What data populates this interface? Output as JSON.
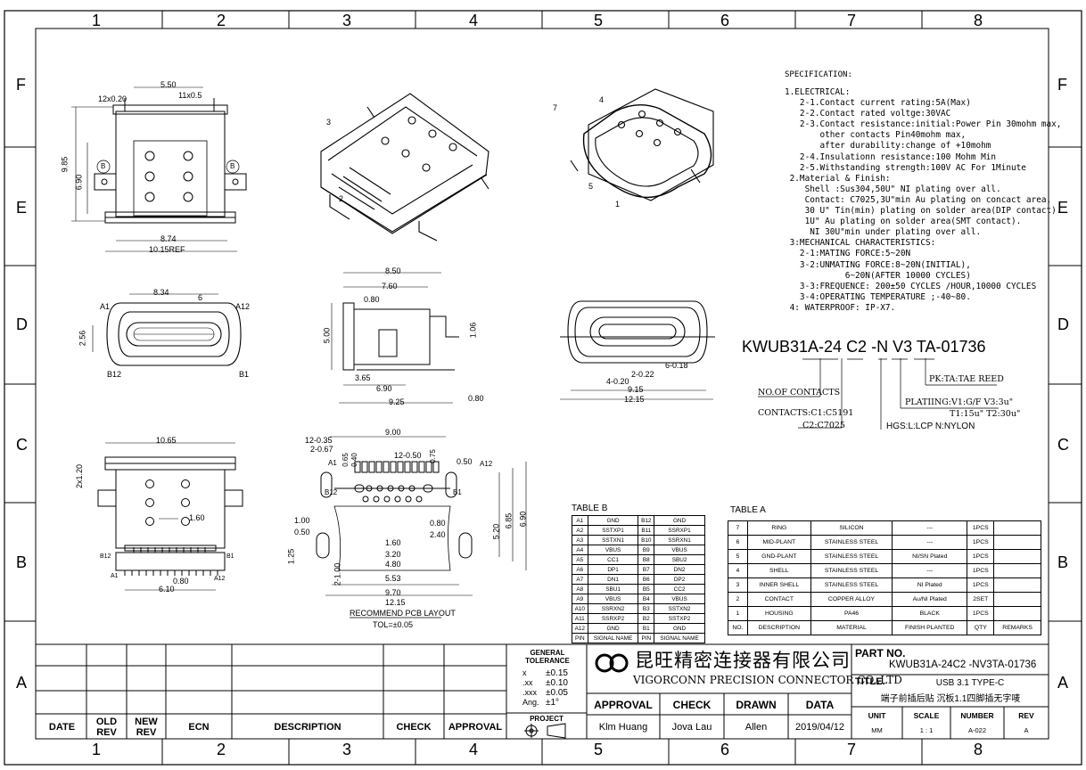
{
  "zones": {
    "columns": [
      "1",
      "2",
      "3",
      "4",
      "5",
      "6",
      "7",
      "8"
    ],
    "rows": [
      "F",
      "E",
      "D",
      "C",
      "B",
      "A"
    ]
  },
  "specification": {
    "title": "SPECIFICATION:",
    "lines": [
      "1.ELECTRICAL:",
      "   2-1.Contact current rating:5A(Max)",
      "   2-2.Contact rated voltge:30VAC",
      "   2-3.Contact resistance:initial:Power Pin 30mohm max,",
      "       other contacts Pin40mohm max,",
      "       after durability:change of +10mohm",
      "   2-4.Insulationn resistance:100 Mohm Min",
      "   2-5.Withstanding strength:100V AC For 1Minute",
      " 2.Material & Finish:",
      "    Shell :Sus304,50U\" NI plating over all.",
      "    Contact: C7025,3U\"min Au plating on concact area,",
      "    30 U\" Tin(min) plating on solder area(DIP contact).",
      "    1U\" Au plating on solder area(SMT contact).",
      "     NI 30U\"min under plating over all.",
      " 3:MECHANICAL CHARACTERISTICS:",
      "   2-1:MATING FORCE:5~20N",
      "   3-2:UNMATING FORCE:8~20N(INITIAL),",
      "            6~20N(AFTER 10000 CYCLES)",
      "   3-3:FREQUENCE: 200±50 CYCLES /HOUR,10000 CYCLES",
      "   3-4:OPERATING TEMPERATURE ;-40~80.",
      " 4: WATERPROOF: IP-X7."
    ]
  },
  "part_code": {
    "segments": [
      "KWUB31A-24",
      "C2",
      "-N",
      "V3",
      "TA",
      "-01736"
    ],
    "notes": {
      "contacts": "NO.OF CONTACTS",
      "contacts_material": "CONTACTS:C1:C5191",
      "c2": "C2:C7025",
      "housing": "HGS:L:LCP  N:NYLON",
      "plating": "PLATIING:V1:G/F  V3:3u\"",
      "plating2": "T1:15u\" T2:30u\"",
      "reel": "PK:TA:TAE REED"
    }
  },
  "dimensions": {
    "top_view": [
      "5.50",
      "12x0.20",
      "11x0.5",
      "9.85",
      "6.90",
      "8.74",
      "10.15REF",
      "B",
      "B"
    ],
    "front_view": [
      "8.34",
      "6",
      "A1",
      "A12",
      "2.56",
      "B12",
      "B1"
    ],
    "side_view": [
      "8.50",
      "7.60",
      "0.80",
      "5.00",
      "1.06",
      "3.65",
      "0.80",
      "6.90",
      "9.25"
    ],
    "end_view": [
      "6-0.18",
      "2-0.22",
      "4-0.20",
      "9.15",
      "12.15"
    ],
    "pcb_bottom": [
      "10.65",
      "2x1.20",
      "1.60",
      "0.80",
      "6.10",
      "A1",
      "A12",
      "B12",
      "B1"
    ],
    "pcb_layout": [
      "9.00",
      "12-0.35",
      "2-0.67",
      "0.65",
      "0.40",
      "12-0.50",
      "0.75",
      "0.50",
      "A1",
      "A12",
      "B12",
      "B1",
      "5.20",
      "6.85",
      "6.90",
      "1.00",
      "0.50",
      "0.80",
      "2.40",
      "1.60",
      "3.20",
      "4.80",
      "5.53",
      "9.70",
      "12.15",
      "2-1.00",
      "1.25"
    ],
    "pcb_caption": "RECOMMEND PCB LAYOUT",
    "tolerance": "TOL=±0.05",
    "callouts": [
      "1",
      "2",
      "3",
      "4",
      "5",
      "7"
    ]
  },
  "table_b": {
    "title": "TABLE B",
    "rows": [
      [
        "A1",
        "GND",
        "B12",
        "GND"
      ],
      [
        "A2",
        "SSTXP1",
        "B11",
        "SSRXP1"
      ],
      [
        "A3",
        "SSTXN1",
        "B10",
        "SSRXN1"
      ],
      [
        "A4",
        "VBUS",
        "B9",
        "VBUS"
      ],
      [
        "A5",
        "CC1",
        "B8",
        "SBU2"
      ],
      [
        "A6",
        "DP1",
        "B7",
        "DN2"
      ],
      [
        "A7",
        "DN1",
        "B6",
        "DP2"
      ],
      [
        "A8",
        "SBU1",
        "B5",
        "CC2"
      ],
      [
        "A9",
        "VBUS",
        "B4",
        "VBUS"
      ],
      [
        "A10",
        "SSRXN2",
        "B3",
        "SSTXN2"
      ],
      [
        "A11",
        "SSRXP2",
        "B2",
        "SSTXP2"
      ],
      [
        "A12",
        "GND",
        "B1",
        "GND"
      ]
    ],
    "header": [
      "PIN",
      "SIGNAL NAME",
      "PIN",
      "SIGNAL NAME"
    ]
  },
  "table_a": {
    "title": "TABLE A",
    "rows": [
      [
        "7",
        "RING",
        "SILICON",
        "---",
        "1PCS",
        ""
      ],
      [
        "6",
        "MID-PLANT",
        "STAINLESS STEEL",
        "---",
        "1PCS",
        ""
      ],
      [
        "5",
        "GND-PLANT",
        "STAINLESS STEEL",
        "NI/SN  Plated",
        "1PCS",
        ""
      ],
      [
        "4",
        "SHELL",
        "STAINLESS STEEL",
        "---",
        "1PCS",
        ""
      ],
      [
        "3",
        "INNER SHELL",
        "STAINLESS STEEL",
        "NI  Plated",
        "1PCS",
        ""
      ],
      [
        "2",
        "CONTACT",
        "COPPER ALLOY",
        "Au/NI Plated",
        "2SET",
        ""
      ],
      [
        "1",
        "HOUSING",
        "PA46",
        "BLACK",
        "1PCS",
        ""
      ]
    ],
    "header": [
      "NO.",
      "DESCRIPTION",
      "MATERIAL",
      "FINISH PLANTED",
      "QTY",
      "REMARKS"
    ]
  },
  "title_block": {
    "revision_header": [
      "DATE",
      "OLD REV",
      "NEW REV",
      "ECN",
      "DESCRIPTION",
      "CHECK",
      "APPROVAL"
    ],
    "tolerance_title": "GENERAL TOLERANCE",
    "tolerances": [
      [
        "x",
        "±0.15"
      ],
      [
        ".xx",
        "±0.10"
      ],
      [
        ".xxx",
        "±0.05"
      ],
      [
        "Ang.",
        "±1°"
      ]
    ],
    "project": "PROJECT",
    "company_cn": "昆旺精密连接器有限公司",
    "company_en": "VIGORCONN PRECISION CONNECTOR CO.,LTD",
    "approval_labels": [
      "APPROVAL",
      "CHECK",
      "DRAWN",
      "DATA"
    ],
    "approval_values": [
      "Klm Huang",
      "Jova Lau",
      "Allen",
      "2019/04/12"
    ],
    "part_no_label": "PART NO.",
    "part_no": "KWUB31A-24C2 -NV3TA-01736",
    "title_label": "TITLE.",
    "title_line1": "USB 3.1 TYPE-C",
    "title_line2": "端子前插后贴 沉板1.1四脚插无字唛",
    "unit_label": "UNIT",
    "unit": "MM",
    "scale_label": "SCALE",
    "scale": "1 : 1",
    "number_label": "NUMBER",
    "number": "A-022",
    "rev_label": "REV",
    "rev": "A"
  }
}
